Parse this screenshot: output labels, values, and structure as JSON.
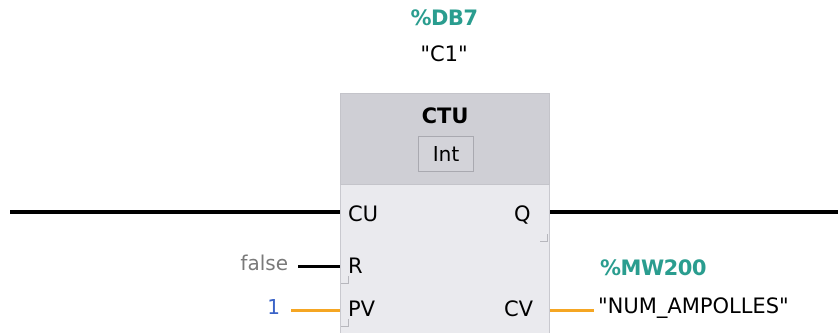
{
  "instance": {
    "address": "%DB7",
    "name": "\"C1\""
  },
  "block": {
    "type": "CTU",
    "data_type": "Int"
  },
  "pins": {
    "inputs": {
      "cu": "CU",
      "r": "R",
      "pv": "PV"
    },
    "outputs": {
      "q": "Q",
      "cv": "CV"
    }
  },
  "constants": {
    "r_value": "false",
    "pv_value": "1"
  },
  "output_operand": {
    "address": "%MW200",
    "name": "\"NUM_AMPOLLES\""
  },
  "colors": {
    "address_teal": "#2a9d8f",
    "wire_orange": "#f5a623",
    "constant_blue": "#3a63c7",
    "header_gray": "#cfcfd5"
  }
}
